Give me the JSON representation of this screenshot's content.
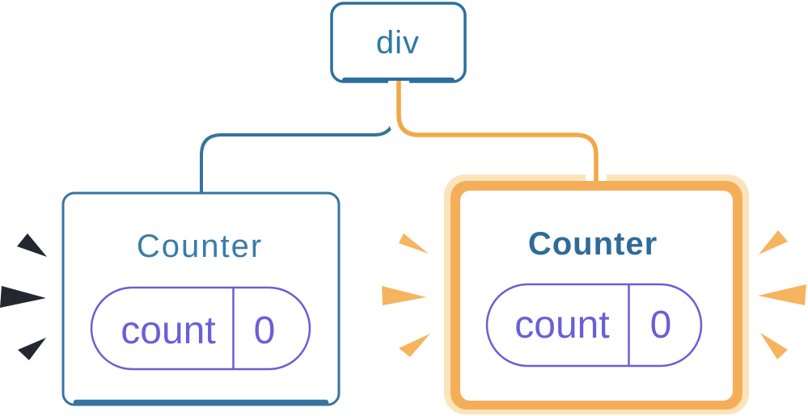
{
  "diagram": {
    "root": {
      "label": "div"
    },
    "left_counter": {
      "title": "Counter",
      "state": {
        "key": "count",
        "value": "0"
      }
    },
    "right_counter": {
      "title": "Counter",
      "state": {
        "key": "count",
        "value": "0"
      }
    }
  },
  "colors": {
    "background": "#ffffff",
    "white": "#ffffff",
    "blue_border": "#2e6f9e",
    "blue_text": "#3078a3",
    "blue_line": "#36749f",
    "left_title_blue": "#3a7ca8",
    "right_title_blue": "#2e6b99",
    "pill_purple": "#6a5ed6",
    "pill_text_purple": "#6a5fd8",
    "highlight_orange": "#f0a848",
    "highlight_ring_orange": "#f5ae58",
    "highlight_cream": "#fbe3bc",
    "spark_orange": "#f6b45f",
    "spark_dark": "#23272f"
  }
}
